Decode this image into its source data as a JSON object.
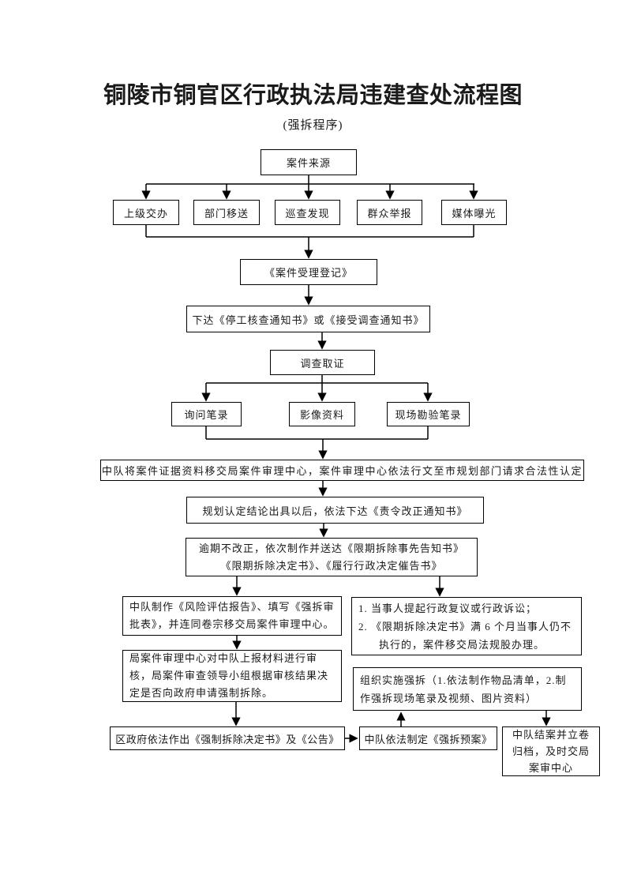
{
  "title": "铜陵市铜官区行政执法局违建查处流程图",
  "subtitle": "(强拆程序)",
  "colors": {
    "line": "#000000",
    "box_border": "#000000",
    "text": "#1a1a1a",
    "background": "#ffffff"
  },
  "nodes": {
    "case_source": {
      "label": "案件来源"
    },
    "src_superior": {
      "label": "上级交办"
    },
    "src_department": {
      "label": "部门移送"
    },
    "src_patrol": {
      "label": "巡查发现"
    },
    "src_public": {
      "label": "群众举报"
    },
    "src_media": {
      "label": "媒体曝光"
    },
    "register": {
      "label": "《案件受理登记》"
    },
    "notice": {
      "label": "下达《停工核查通知书》或《接受调查通知书》"
    },
    "investigate": {
      "label": "调查取证"
    },
    "inquiry_record": {
      "label": "询问笔录"
    },
    "av_material": {
      "label": "影像资料"
    },
    "site_record": {
      "label": "现场勘验笔录"
    },
    "transfer_review": {
      "label": "中队将案件证据资料移交局案件审理中心，案件审理中心依法行文至市规划部门请求合法性认定"
    },
    "order_correct": {
      "label": "规划认定结论出具以后，依法下达《责令改正通知书》"
    },
    "overdue": {
      "lines": [
        "逾期不改正，依次制作并送达《限期拆除事先告知书》",
        "《限期拆除决定书》、《履行行政决定催告书》"
      ]
    },
    "risk_report": {
      "lines": [
        "中队制作《风险评估报告》、填写《强拆审",
        "批表》，并连同卷宗移交局案件审理中心。"
      ]
    },
    "remedy": {
      "lines": [
        "1. 当事人提起行政复议或行政诉讼；",
        "2. 《限期拆除决定书》满 6 个月当事人仍不",
        "执行的，案件移交局法规股办理。"
      ]
    },
    "review_decide": {
      "lines": [
        "局案件审理中心对中队上报材料进行审",
        "核，局案件审查领导小组根据审核结果决",
        "定是否向政府申请强制拆除。"
      ]
    },
    "enforce": {
      "lines": [
        "组织实施强拆（1.依法制作物品清单，2.制",
        "作强拆现场笔录及视频、图片资料）"
      ]
    },
    "govt_decision": {
      "label": "区政府依法作出《强制拆除决定书》及《公告》"
    },
    "demolition_plan": {
      "label": "中队依法制定《强拆预案》"
    },
    "close_case": {
      "lines": [
        "中队结案并立卷",
        "归档，及时交局",
        "案审中心"
      ]
    }
  }
}
